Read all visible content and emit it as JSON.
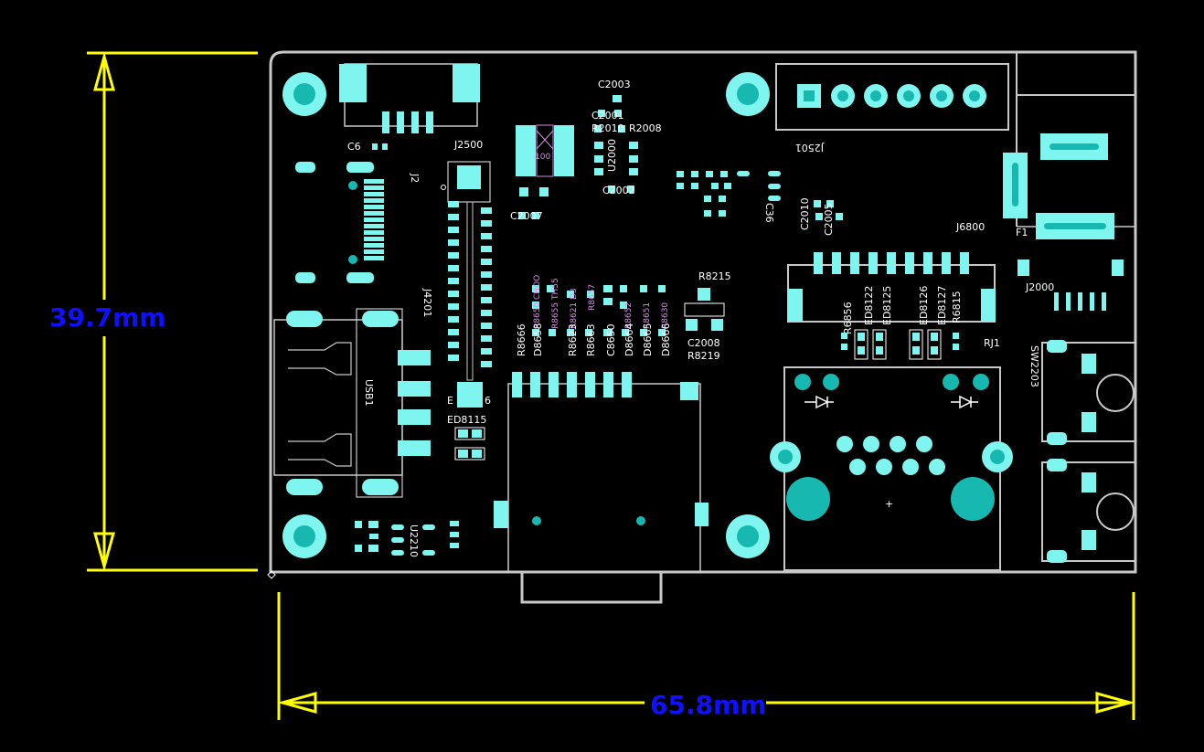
{
  "colors": {
    "background": "#000000",
    "outline": "#c8c8c8",
    "pad": "#7ff5f0",
    "via": "#17b8b0",
    "dimension": "#ffff00",
    "dimension_text": "#1010ff"
  },
  "dimensions": {
    "height": "39.7mm",
    "width": "65.8mm"
  },
  "labels": {
    "j2500": "J2500",
    "j2501": "J2501",
    "c6": "C6",
    "j2": "J2",
    "j4201": "J4201",
    "usb1": "USB1",
    "u2210": "U2210",
    "c2003": "C2003",
    "u2000": "U2000",
    "c2002": "C2002",
    "c2007": "C2007",
    "c2001": "C2001",
    "r2008": "R2008",
    "r2010": "R2010",
    "c36": "C36",
    "c2010": "C2010",
    "c2005": "C2005",
    "j6800": "J6800",
    "f1": "F1",
    "j2000": "J2000",
    "ed8122": "ED8122",
    "ed8125": "ED8125",
    "ed8126": "ED8126",
    "ed8127": "ED8127",
    "r6856": "R6856",
    "r6815": "R6815",
    "rj1": "RJ1",
    "sw2203": "SW2203",
    "ed8115": "ED8115",
    "r8215": "R8215",
    "c2008": "C2008",
    "r8219": "R8219",
    "ed8116_partial": "E",
    "ed8116_tail": "6",
    "x100": "100",
    "plus": "+"
  }
}
